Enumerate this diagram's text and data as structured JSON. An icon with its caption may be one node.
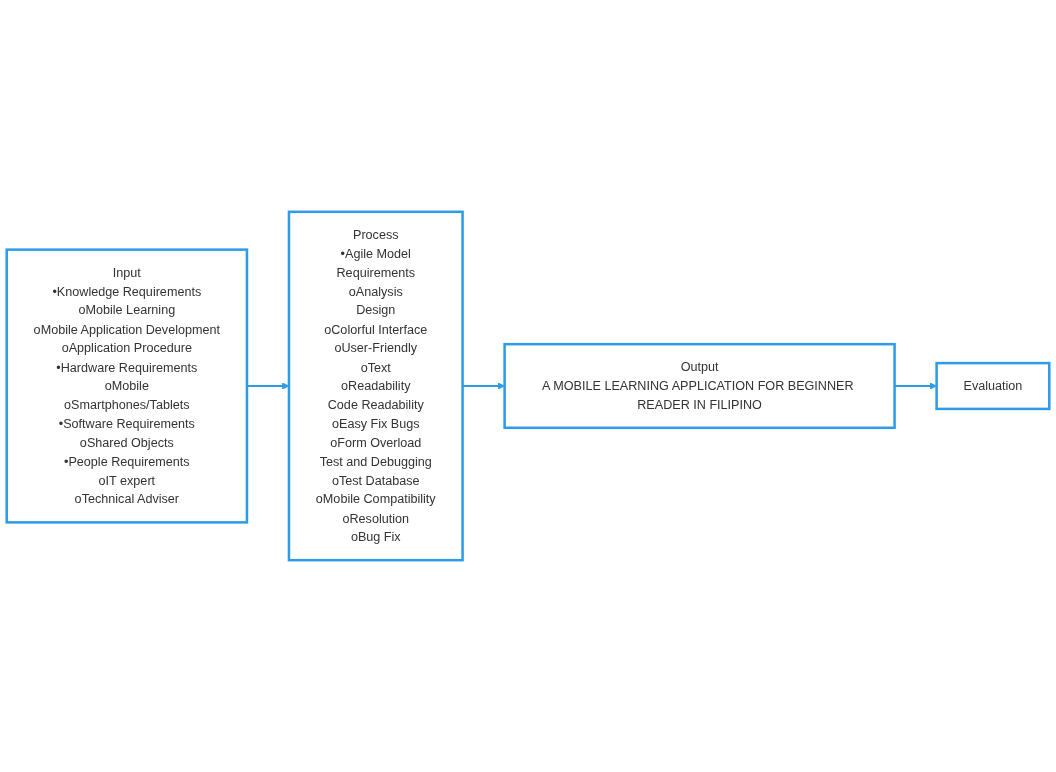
{
  "diagram": {
    "nodes": [
      {
        "text": [
          "Input",
          "•Knowledge Requirements",
          "oMobile Learning",
          "oMobile Application Development",
          "oApplication Procedure",
          "•Hardware Requirements",
          "oMobile",
          "oSmartphones/Tablets",
          "•Software Requirements",
          "oShared Objects",
          "•People Requirements",
          "oIT expert",
          "oTechnical Adviser"
        ]
      },
      {
        "text": [
          "Process",
          "•Agile Model",
          "Requirements",
          "oAnalysis",
          "Design",
          "oColorful Interface",
          "oUser-Friendly",
          "oText",
          "oReadability",
          "Code Readability",
          "oEasy Fix Bugs",
          "oForm Overload",
          "Test and Debugging",
          "oTest Database",
          "oMobile Compatibility",
          "oResolution",
          "oBug Fix"
        ]
      },
      {
        "text": [
          "Output",
          "A MOBILE LEARNING APPLICATION FOR BEGINNER READER IN FILIPINO"
        ]
      },
      {
        "text": [
          "Evaluation"
        ]
      }
    ],
    "edges": [
      {
        "from": 0,
        "to": 1,
        "arrow": "to"
      },
      {
        "from": 1,
        "to": 2,
        "arrow": "to"
      },
      {
        "from": 2,
        "to": 3,
        "arrow": "to"
      }
    ]
  }
}
